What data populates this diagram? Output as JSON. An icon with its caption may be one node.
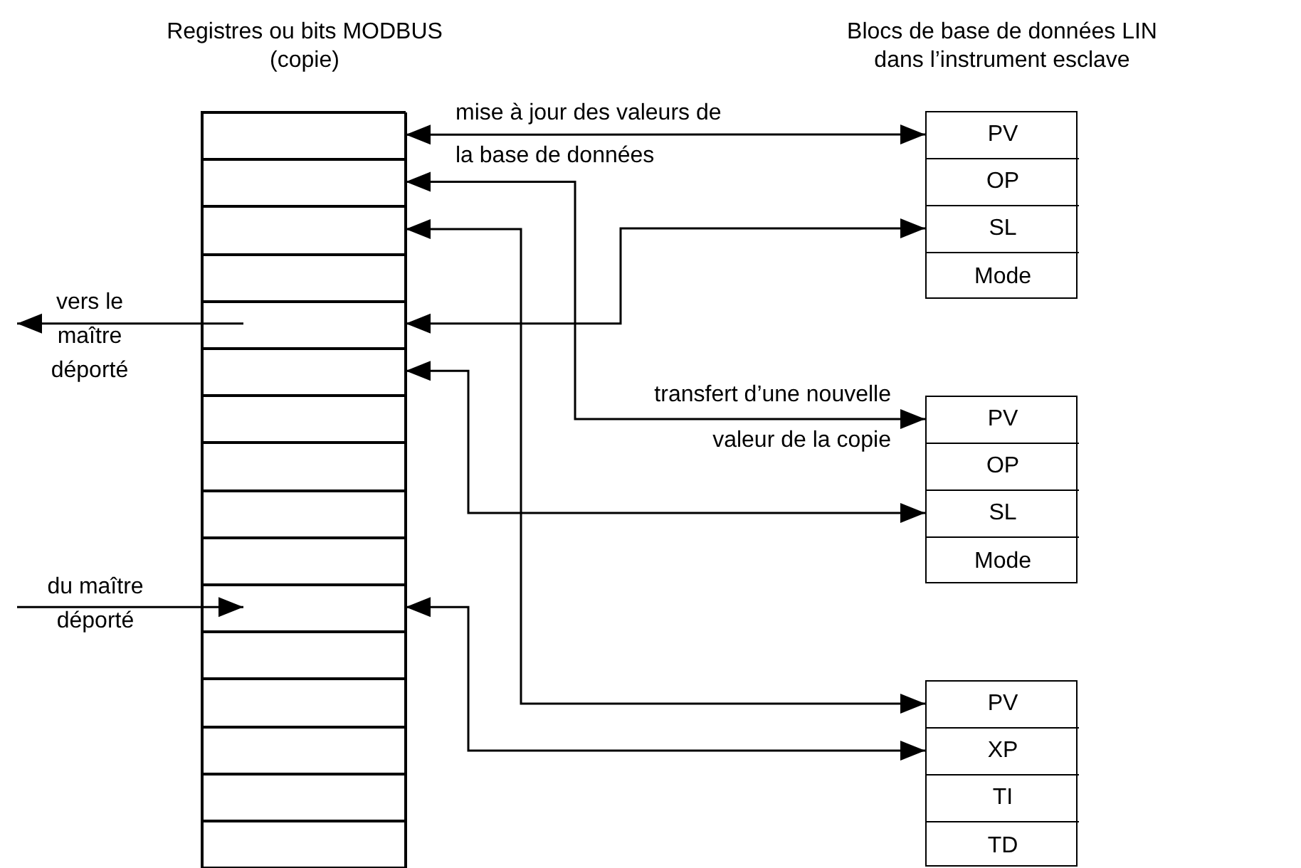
{
  "diagram": {
    "nodes": [
      {
        "text": [
          "Registres ou bits MODBUS (copie)"
        ]
      },
      {
        "text": [],
        "shape": "box",
        "in": 0
      },
      {
        "text": [],
        "shape": "box",
        "in": 0
      },
      {
        "text": [],
        "shape": "box",
        "in": 0
      },
      {
        "text": [],
        "shape": "box",
        "in": 0
      },
      {
        "text": [],
        "shape": "box",
        "in": 0
      },
      {
        "text": [],
        "shape": "box",
        "in": 0
      },
      {
        "text": [],
        "shape": "box",
        "in": 0
      },
      {
        "text": [],
        "shape": "box",
        "in": 0
      },
      {
        "text": [],
        "shape": "box",
        "in": 0
      },
      {
        "text": [],
        "shape": "box",
        "in": 0
      },
      {
        "text": [],
        "shape": "box",
        "in": 0
      },
      {
        "text": [],
        "shape": "box",
        "in": 0
      },
      {
        "text": [],
        "shape": "box",
        "in": 0
      },
      {
        "text": [],
        "shape": "box",
        "in": 0
      },
      {
        "text": [],
        "shape": "box",
        "in": 0
      },
      {
        "text": [],
        "shape": "box",
        "in": 0
      },
      {
        "text": [
          "Blocs de base de données LIN dans l’instrument esclave"
        ]
      },
      {
        "text": [
          "PV"
        ],
        "in": 17
      },
      {
        "text": [
          "OP"
        ],
        "in": 17
      },
      {
        "text": [
          "SL"
        ],
        "in": 17
      },
      {
        "text": [
          "Mode"
        ],
        "in": 17
      },
      {
        "text": [],
        "shape": "box"
      },
      {
        "text": [
          "PV"
        ],
        "in": 22
      },
      {
        "text": [
          "OP"
        ],
        "in": 22
      },
      {
        "text": [
          "SL"
        ],
        "in": 22
      },
      {
        "text": [
          "Mode"
        ],
        "in": 22
      },
      {
        "text": [],
        "shape": "box"
      },
      {
        "text": [
          "PV"
        ],
        "in": 27
      },
      {
        "text": [
          "XP"
        ],
        "in": 27
      },
      {
        "text": [
          "TI"
        ],
        "in": 27
      },
      {
        "text": [
          "TD"
        ],
        "in": 27
      }
    ],
    "edges": [
      {
        "from": 1,
        "to": 18,
        "arrow": "both",
        "label": "mise à jour des valeurs de la base de données"
      },
      {
        "from": 2,
        "to": 23,
        "arrow": "both",
        "label": "transfert d’une nouvelle valeur de la copie"
      },
      {
        "from": 3,
        "to": 28,
        "arrow": "both"
      },
      {
        "from": 5,
        "to": 20,
        "arrow": "both"
      },
      {
        "from": 6,
        "to": 25,
        "arrow": "both"
      },
      {
        "from": 11,
        "to": 29,
        "arrow": "both"
      },
      {
        "from": 5,
        "to": null,
        "arrow": "to",
        "label": "vers le maître déporté"
      },
      {
        "from": null,
        "to": 11,
        "arrow": "to",
        "label": "du maître déporté"
      }
    ]
  }
}
